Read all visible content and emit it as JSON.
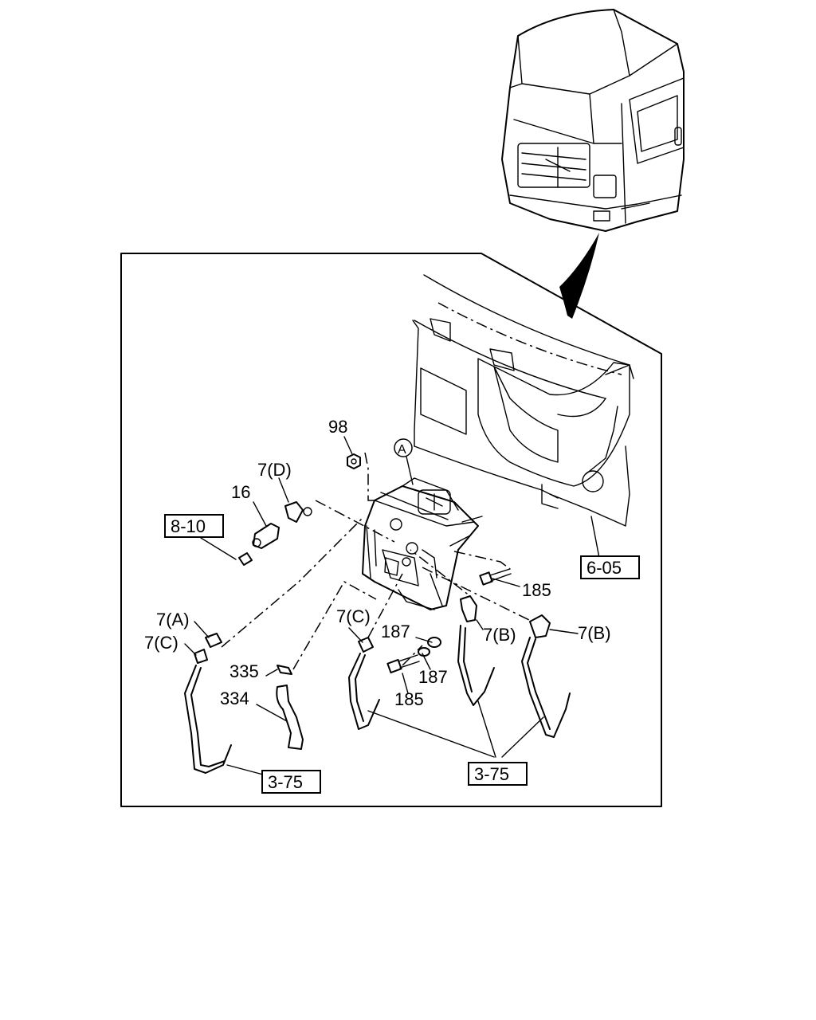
{
  "callouts": {
    "n98": "98",
    "circleA": "A",
    "n7D": "7(D)",
    "n16": "16",
    "ref810": "8-10",
    "ref605": "6-05",
    "n185a": "185",
    "n7A": "7(A)",
    "n7C_left": "7(C)",
    "n7C_mid": "7(C)",
    "n187a": "187",
    "n187b": "187",
    "n185b": "185",
    "n7B_mid": "7(B)",
    "n7B_right": "7(B)",
    "n335": "335",
    "n334": "334",
    "ref375_left": "3-75",
    "ref375_right": "3-75"
  }
}
